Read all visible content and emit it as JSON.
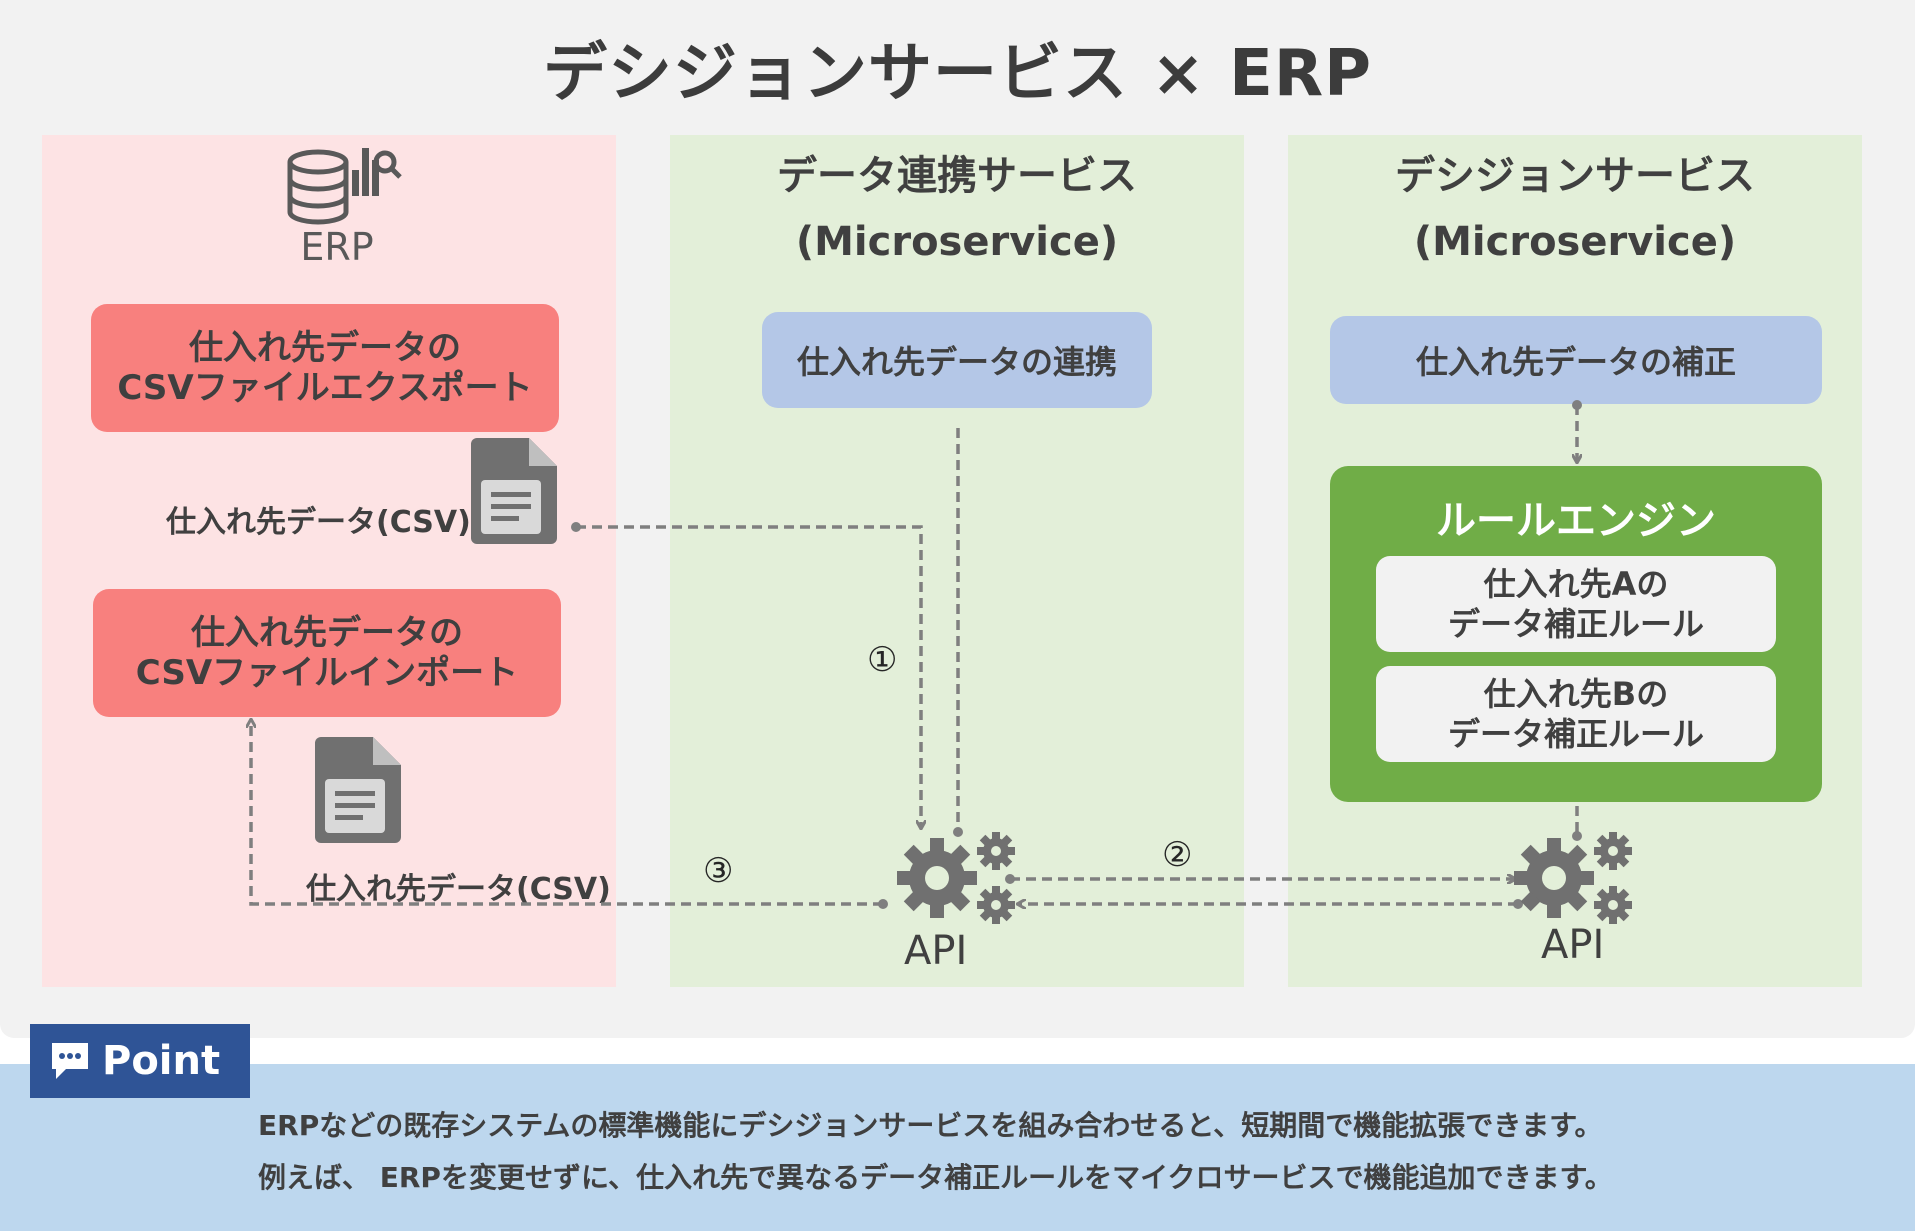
{
  "title": "デシジョンサービス × ERP",
  "columns": {
    "erp": {
      "label": "ERP",
      "export_box": [
        "仕入れ先データの",
        "CSVファイルエクスポート"
      ],
      "import_box": [
        "仕入れ先データの",
        "CSVファイルインポート"
      ],
      "csv_label_top": "仕入れ先データ(CSV)",
      "csv_label_bottom": "仕入れ先データ(CSV)"
    },
    "data_service": {
      "heading_line1": "データ連携サービス",
      "heading_line2": "(Microservice)",
      "box": "仕入れ先データの連携",
      "api": "API"
    },
    "decision_service": {
      "heading_line1": "デシジョンサービス",
      "heading_line2": "(Microservice)",
      "box": "仕入れ先データの補正",
      "engine_title": "ルールエンジン",
      "rule_a": [
        "仕入れ先Aの",
        "データ補正ルール"
      ],
      "rule_b": [
        "仕入れ先Bの",
        "データ補正ルール"
      ],
      "api": "API"
    }
  },
  "steps": {
    "one": "①",
    "two": "②",
    "three": "③"
  },
  "point": {
    "tag": "Point",
    "line1": "ERPなどの既存システムの標準機能にデシジョンサービスを組み合わせると、短期間で機能拡張できます。",
    "line2": "例えば、 ERPを変更せずに、仕入れ先で異なるデータ補正ルールをマイクロサービスで機能追加できます。"
  },
  "colors": {
    "erp_bg": "#fde3e4",
    "service_bg": "#e3efd9",
    "red_box": "#f8807e",
    "blue_box": "#b4c7e7",
    "engine": "#70ad47",
    "point_band": "#bdd7ee",
    "point_tag": "#2f5496"
  }
}
